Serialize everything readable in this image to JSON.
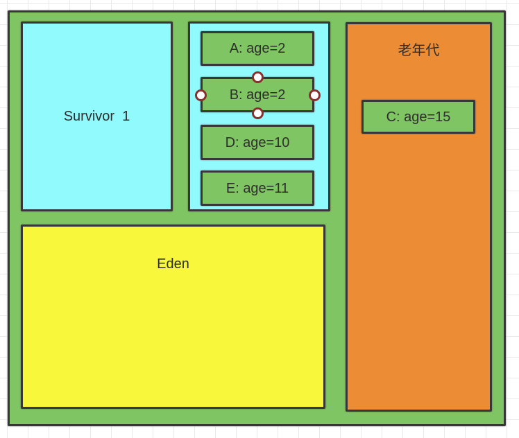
{
  "diagram": {
    "title_context": "JVM heap generations diagram",
    "regions": {
      "survivor1": {
        "label": "Survivor  1",
        "fill": "#91fafc"
      },
      "survivor2": {
        "label": "",
        "fill": "#91fafc"
      },
      "eden": {
        "label": "Eden",
        "fill": "#f8f73c"
      },
      "old_generation": {
        "label": "老年代",
        "fill": "#ec8c34"
      }
    },
    "objects": {
      "a": {
        "label": "A: age=2",
        "region": "survivor2",
        "selected": false
      },
      "b": {
        "label": "B: age=2",
        "region": "survivor2",
        "selected": true
      },
      "d": {
        "label": "D: age=10",
        "region": "survivor2",
        "selected": false
      },
      "e": {
        "label": "E: age=11",
        "region": "survivor2",
        "selected": false
      },
      "c": {
        "label": "C: age=15",
        "region": "old_generation",
        "selected": false
      }
    },
    "selection": {
      "selected_object": "B",
      "handles": [
        "top",
        "bottom",
        "left",
        "right"
      ]
    },
    "colors": {
      "container_green": "#80c563",
      "object_green": "#80c563",
      "survivor_cyan": "#91fafc",
      "eden_yellow": "#f8f73c",
      "old_gen_orange": "#ec8c34",
      "shape_border": "#373737",
      "text": "#2e2e2e",
      "handle_fill": "#ffffff",
      "handle_stroke": "#8c2e2e",
      "grid_line": "#e9e9e9",
      "canvas_bg": "#ffffff"
    }
  }
}
